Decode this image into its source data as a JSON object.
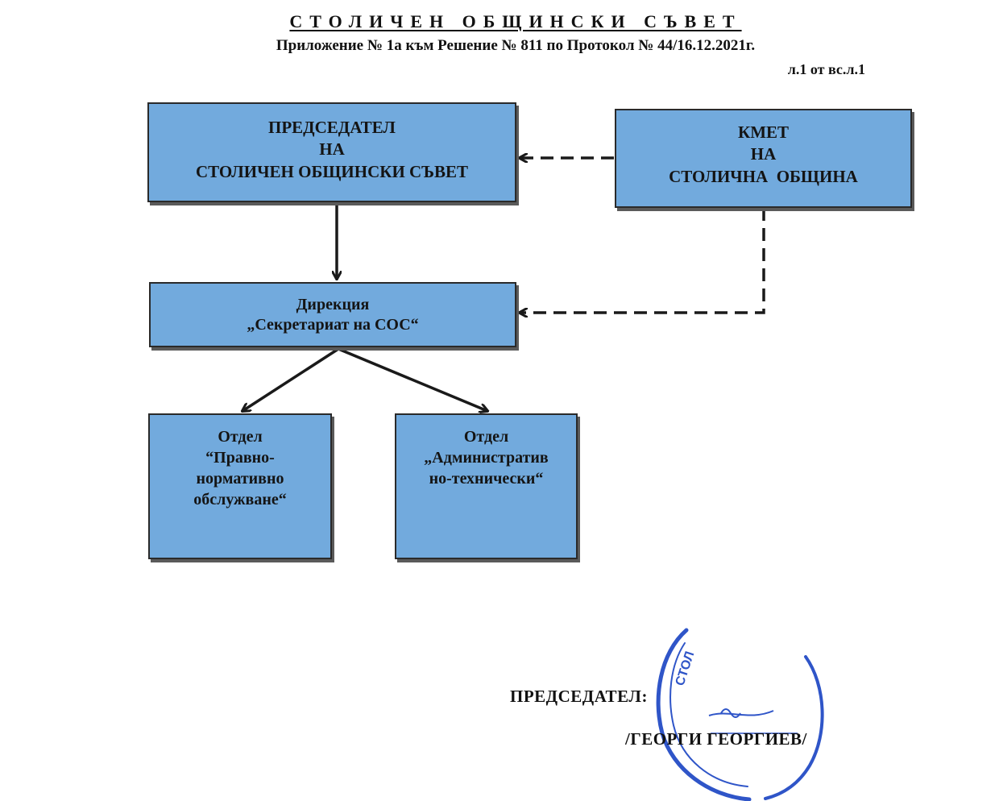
{
  "header": {
    "title": "СТОЛИЧЕН ОБЩИНСКИ СЪВЕТ",
    "subtitle": "Приложение № 1а към Решение № 811 по Протокол № 44/16.12.2021г.",
    "page_ref": "л.1 от вс.л.1"
  },
  "boxes": {
    "chairman": [
      "ПРЕДСЕДАТЕЛ",
      "НА",
      "СТОЛИЧЕН ОБЩИНСКИ СЪВЕТ"
    ],
    "mayor": [
      "КМЕТ",
      "НА",
      "СТОЛИЧНА  ОБЩИНА"
    ],
    "directorate": [
      "Дирекция",
      "„Секретариат на СОС“"
    ],
    "legal": [
      "Отдел",
      "“Правно-",
      "нормативно",
      "обслужване“"
    ],
    "admin": [
      "Отдел",
      "„Административ",
      "но-технически“"
    ]
  },
  "signature": {
    "label": "ПРЕДСЕДАТЕЛ:",
    "name": "/ГЕОРГИ ГЕОРГИЕВ/"
  },
  "stamp": {
    "text": "СТОЛ"
  },
  "colors": {
    "box_fill": "#72aadd",
    "stamp_ink": "#2f55c8",
    "line": "#1a1a1a"
  }
}
